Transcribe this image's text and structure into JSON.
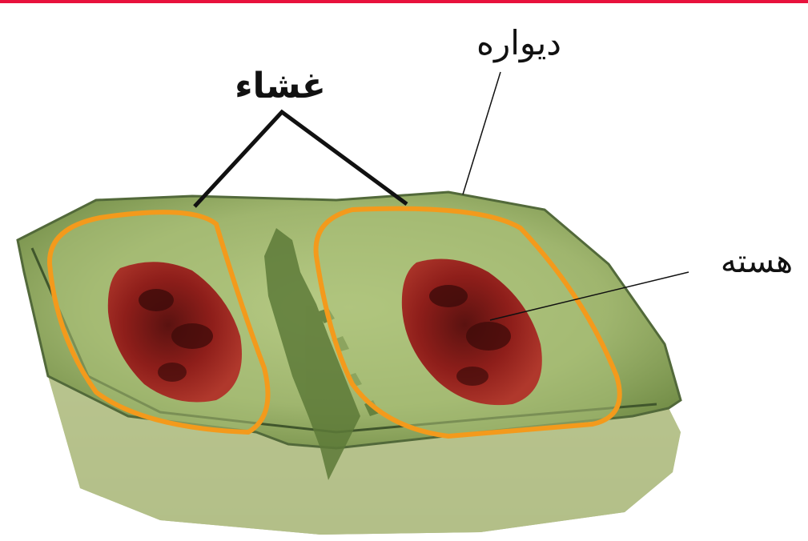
{
  "labels": {
    "membrane": "غشاء",
    "wall": "دیواره",
    "nucleus": "هسته"
  },
  "colors": {
    "top_bar": "#e8123c",
    "cell_top": "#9cb46a",
    "cell_side": "#b9c38e",
    "membrane": "#f39a1c",
    "nucleus": "#8e1e1a",
    "leader_line": "#111111"
  },
  "icons": {
    "nucleus": "nucleus-blob",
    "cell": "plant-cell-block"
  }
}
